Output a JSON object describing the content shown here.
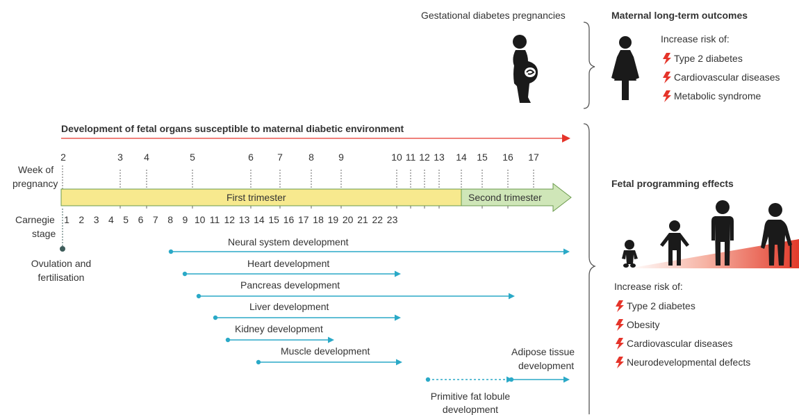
{
  "maternal": {
    "gdm_label": "Gestational diabetes pregnancies",
    "outcomes_title": "Maternal long-term outcomes",
    "increase_risk": "Increase risk of:",
    "risks": [
      "Type 2 diabetes",
      "Cardiovascular diseases",
      "Metabolic syndrome"
    ]
  },
  "timeline": {
    "title": "Development of fetal organs susceptible to maternal diabetic environment",
    "week_label_1": "Week of",
    "week_label_2": "pregnancy",
    "weeks": [
      "2",
      "3",
      "4",
      "5",
      "6",
      "7",
      "8",
      "9",
      "10",
      "11",
      "12",
      "13",
      "14",
      "15",
      "16",
      "17"
    ],
    "first_trimester": "First trimester",
    "second_trimester": "Second trimester",
    "carnegie_label_1": "Carnegie",
    "carnegie_label_2": "stage",
    "stages": [
      "1",
      "2",
      "3",
      "4",
      "5",
      "6",
      "7",
      "8",
      "9",
      "10",
      "11",
      "12",
      "13",
      "14",
      "15",
      "16",
      "17",
      "18",
      "19",
      "20",
      "21",
      "22",
      "23"
    ],
    "ovulation_1": "Ovulation and",
    "ovulation_2": "fertilisation"
  },
  "organs": [
    {
      "label": "Neural system development"
    },
    {
      "label": "Heart development"
    },
    {
      "label": "Pancreas development"
    },
    {
      "label": "Liver development"
    },
    {
      "label": "Kidney development"
    },
    {
      "label": "Muscle development"
    }
  ],
  "adipose": {
    "label_1": "Adipose tissue",
    "label_2": "development",
    "fat_1": "Primitive fat lobule",
    "fat_2": "development"
  },
  "fetal": {
    "title": "Fetal programming effects",
    "increase_risk": "Increase risk of:",
    "risks": [
      "Type 2 diabetes",
      "Obesity",
      "Cardiovascular diseases",
      "Neurodevelopmental defects"
    ]
  },
  "colors": {
    "accent_red": "#e5342a",
    "teal": "#2aa9c7",
    "first_trimester_fill": "#f7e98e",
    "second_trimester_fill": "#cfe6b8",
    "bar_outline": "#6a9a4c",
    "ovulation_dot": "#3e5c5a"
  }
}
